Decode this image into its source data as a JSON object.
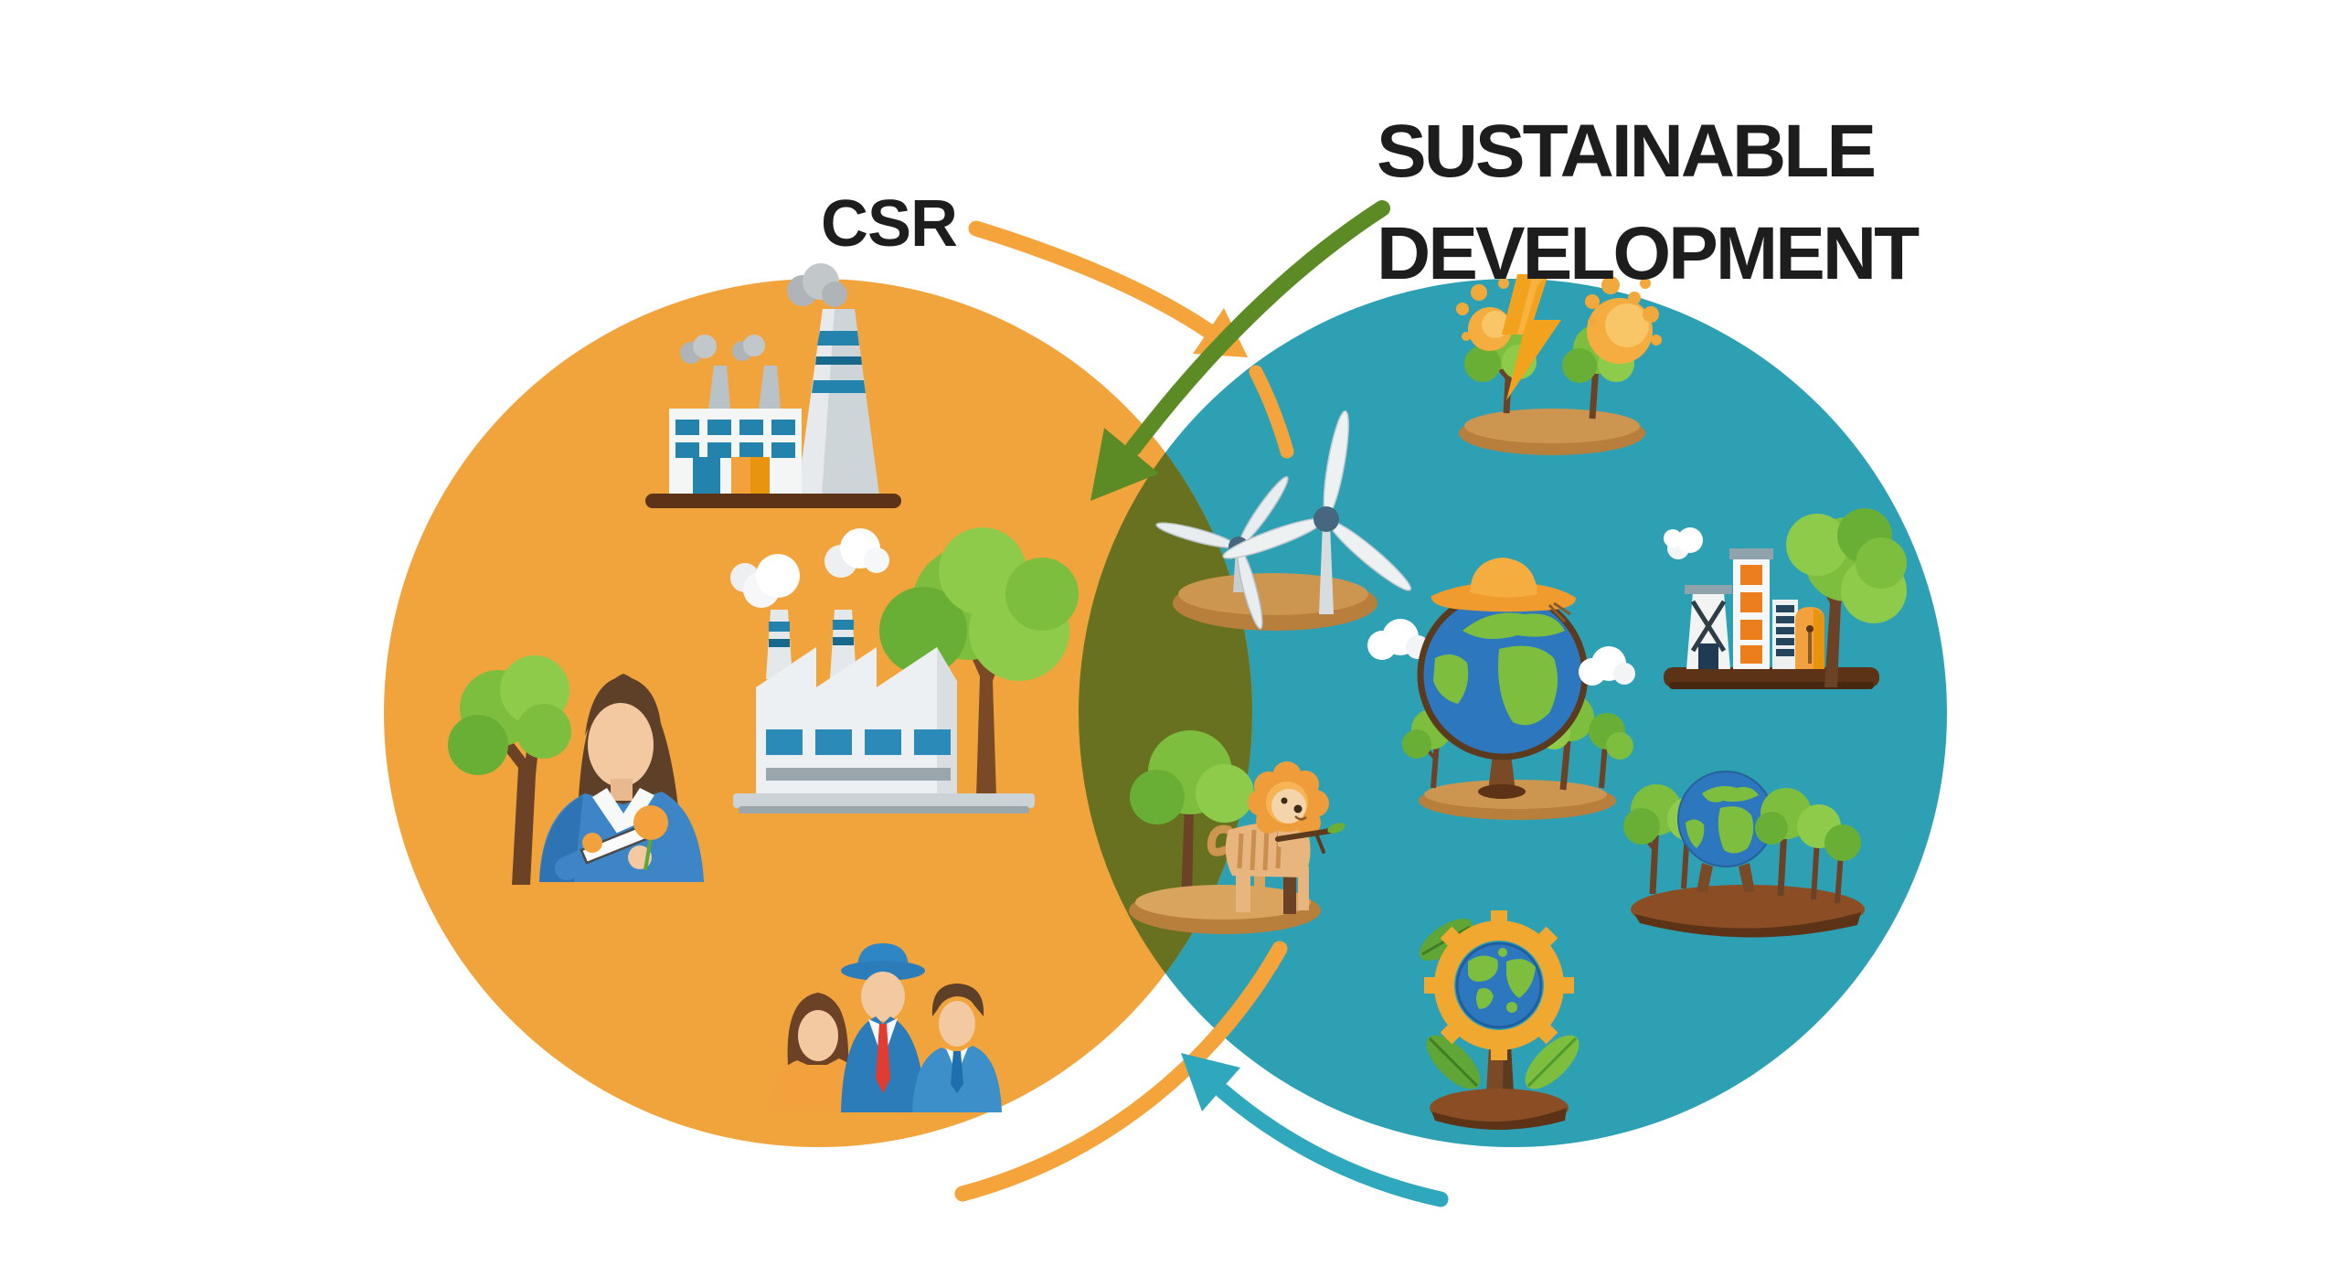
{
  "titles": {
    "left": "CSR",
    "right_line1": "SUSTAINABLE",
    "right_line2": "DEVELOPMENT"
  },
  "venn": {
    "left_label": "CSR",
    "right_label": "SUSTAINABLE DEVELOPMENT",
    "left_color": "#F2A43C",
    "right_color": "#2EA0B4",
    "overlap_color": "#67711F",
    "background": "#FFFFFF",
    "text_color": "#1D1D1D"
  },
  "arrows": [
    {
      "name": "top-orange-arrow",
      "direction": "csr-to-sd",
      "color": "#F4A43A"
    },
    {
      "name": "top-green-arrow",
      "direction": "sd-to-csr",
      "color": "#5C8B26"
    },
    {
      "name": "bottom-orange-arrow",
      "direction": "csr-to-sd",
      "color": "#F4A43A"
    },
    {
      "name": "bottom-teal-arrow",
      "direction": "sd-to-csr",
      "color": "#2FA7BC"
    }
  ],
  "icons": [
    {
      "name": "polluting-factory-icon",
      "circle": "csr"
    },
    {
      "name": "factory-and-tree-icon",
      "circle": "csr"
    },
    {
      "name": "woman-and-tree-icon",
      "circle": "csr"
    },
    {
      "name": "family-icon",
      "circle": "csr"
    },
    {
      "name": "energy-lightning-icon",
      "circle": "sd"
    },
    {
      "name": "wind-turbines-icon",
      "circle": "sd"
    },
    {
      "name": "globe-with-hat-icon",
      "circle": "sd"
    },
    {
      "name": "industrial-plant-icon",
      "circle": "sd"
    },
    {
      "name": "globe-and-forest-icon",
      "circle": "sd"
    },
    {
      "name": "globe-gear-icon",
      "circle": "sd"
    },
    {
      "name": "wildlife-icon",
      "circle": "overlap"
    }
  ]
}
